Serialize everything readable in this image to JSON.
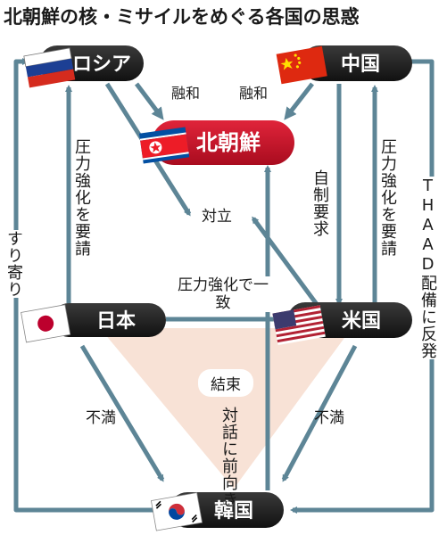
{
  "title": "北朝鮮の核・ミサイルをめぐる各国の思惑",
  "nodes": {
    "russia": {
      "label": "ロシア",
      "flag": "russia-flag-icon"
    },
    "china": {
      "label": "中国",
      "flag": "china-flag-icon"
    },
    "north_korea": {
      "label": "北朝鮮",
      "flag": "north-korea-flag-icon"
    },
    "japan": {
      "label": "日本",
      "flag": "japan-flag-icon"
    },
    "usa": {
      "label": "米国",
      "flag": "usa-flag-icon"
    },
    "south_korea": {
      "label": "韓国",
      "flag": "south-korea-flag-icon"
    }
  },
  "relations": {
    "russia_nk": "融和",
    "china_nk": "融和",
    "japan_russia": "圧力強化を要請",
    "usa_china": "圧力強化を要請",
    "china_usa": "自制要求",
    "confrontation": "対立",
    "japan_usa": "圧力強化で一致",
    "solidarity": "結束",
    "sk_nk": "対話に前向き",
    "korea_russia": "すり寄り",
    "thaad": "THAAD配備に反発",
    "japan_sk": "不満",
    "usa_sk": "不満"
  },
  "colors": {
    "node_fill": "#1e1e1e",
    "nk_fill": "#c8102e",
    "arrow": "#5d8596",
    "triangle": "#f8e2d6"
  }
}
